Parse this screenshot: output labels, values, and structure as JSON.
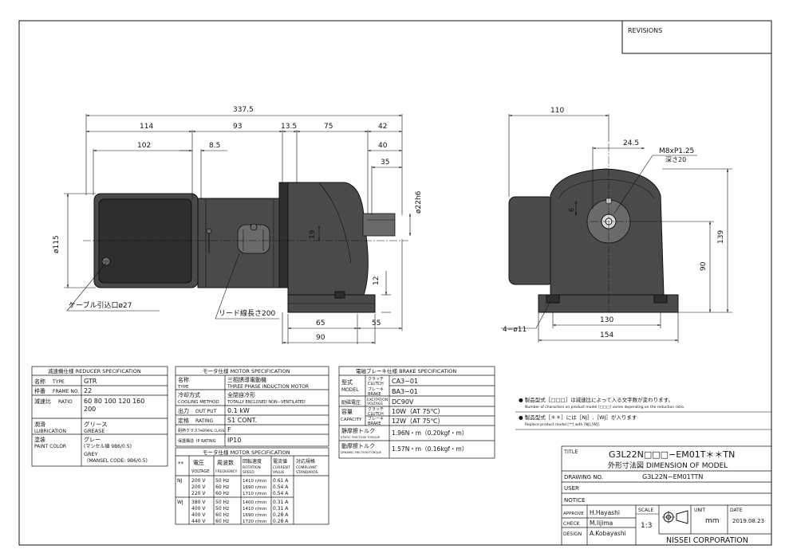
{
  "revisions": {
    "label": "REVISIONS"
  },
  "side_view": {
    "dims": {
      "d337": "337.5",
      "d114": "114",
      "d93": "93",
      "d13": "13.5",
      "d75": "75",
      "d42": "42",
      "d102": "102",
      "d8": "8.5",
      "d40": "40",
      "d35": "35",
      "d22": "ø22h6",
      "d115": "ø115",
      "d19": "19",
      "d12": "12",
      "d65": "65",
      "d55": "55",
      "d90": "90"
    },
    "cable_note": "ケーブル引込口ø27",
    "lead_note": "リード線長さ200"
  },
  "end_view": {
    "dims": {
      "d110": "110",
      "d245": "24.5",
      "d6": "6",
      "d139": "139",
      "d90": "90",
      "d130": "130",
      "d154": "154",
      "d11": "4−ø11"
    },
    "tap_note_1": "M8xP1.25",
    "tap_note_2": "深さ20"
  },
  "reducer_spec": {
    "title": "減速機仕様 REDUCER SPECIFICATION",
    "rows": [
      {
        "jp": "名称",
        "en": "TYPE",
        "value": "GTR"
      },
      {
        "jp": "枠番",
        "en": "FRAME NO.",
        "value": "22"
      },
      {
        "jp": "減速比",
        "en": "RATIO",
        "value": "60 80 100 120 160",
        "value2": "200"
      },
      {
        "jp": "潤滑",
        "en": "LUBRICATION",
        "value": "グリース",
        "value2": "GREASE"
      },
      {
        "jp": "塗装",
        "en": "PAINT COLOR",
        "value": "グレー",
        "value2": "(マンセル値 9B6/0.5)",
        "value3": "GREY",
        "value4": "(MANSEL CODE: 9B6/0.5)"
      }
    ]
  },
  "motor_spec": {
    "title": "モータ仕様 MOTOR SPECIFICATION",
    "rows": [
      {
        "jp": "名称",
        "en": "TYPE",
        "value": "三相誘導電動機",
        "value2": "THREE PHASE INDUCTION MOTOR"
      },
      {
        "jp": "冷却方式",
        "en": "COOLING METHOD",
        "value": "全閉自冷形",
        "value2": "TOTALLY ENCLOSED NON−VENTILATED"
      },
      {
        "jp": "出力",
        "en": "OUT PUT",
        "value": "0.1 kW"
      },
      {
        "jp": "定格",
        "en": "RATING",
        "value": "S1 CONT."
      },
      {
        "jp": "耐熱クラス",
        "en": "THERMAL CLASS",
        "value": "F"
      },
      {
        "jp": "保護構造",
        "en": "IP RATING",
        "value": "IP10"
      }
    ],
    "sub_title": "モータ仕様 MOTOR SPECIFICATION",
    "headers": {
      "h0": "**",
      "h1_jp": "電圧",
      "h1_en": "VOLTAGE",
      "h2_jp": "周波数",
      "h2_en": "FREQUENCY",
      "h3_jp": "回転速度",
      "h3_en1": "ROTATION",
      "h3_en2": "SPEED",
      "h4_jp": "電流値",
      "h4_en1": "CURRENT",
      "h4_en2": "VALUE",
      "h5_jp": "対応規格",
      "h5_en1": "COMPLIANT",
      "h5_en2": "STANDARDS"
    },
    "groups": [
      {
        "code": "NJ",
        "rows": [
          {
            "v": "200 V",
            "f": "50 Hz",
            "s": "1410 r/min",
            "c": "0.61 A"
          },
          {
            "v": "200 V",
            "f": "60 Hz",
            "s": "1690 r/min",
            "c": "0.54 A"
          },
          {
            "v": "220 V",
            "f": "60 Hz",
            "s": "1710 r/min",
            "c": "0.54 A"
          }
        ]
      },
      {
        "code": "WJ",
        "rows": [
          {
            "v": "380 V",
            "f": "50 Hz",
            "s": "1400 r/min",
            "c": "0.31 A"
          },
          {
            "v": "400 V",
            "f": "50 Hz",
            "s": "1410 r/min",
            "c": "0.31 A"
          },
          {
            "v": "400 V",
            "f": "60 Hz",
            "s": "1690 r/min",
            "c": "0.28 A"
          },
          {
            "v": "440 V",
            "f": "60 Hz",
            "s": "1720 r/min",
            "c": "0.28 A"
          }
        ]
      }
    ]
  },
  "brake_spec": {
    "title": "電磁ブレーキ仕様 BRAKE SPECIFICATION",
    "model": {
      "jp": "型式",
      "en": "MODEL",
      "clutch_jp": "クラッチ",
      "clutch_en": "CLUTCH",
      "clutch_val": "CA3−01",
      "brake_jp": "ブレーキ",
      "brake_en": "BRAKE",
      "brake_val": "BA3−01"
    },
    "voltage": {
      "jp": "励磁電圧",
      "en1": "EXCITATION",
      "en2": "VOLTAGE",
      "value": "DC90V"
    },
    "capacity": {
      "jp": "容量",
      "en": "CAPACITY",
      "clutch_jp": "クラッチ",
      "clutch_en": "CLUTCH",
      "clutch_val": "10W（AT 75℃）",
      "brake_jp": "ブレーキ",
      "brake_en": "BRAKE",
      "brake_val": "12W（AT 75℃）"
    },
    "static": {
      "jp": "静摩擦トルク",
      "en": "STATIC FRICTION TORQUE",
      "value": "1.96N・m（0.20kgf・m）"
    },
    "dynamic": {
      "jp": "動摩擦トルク",
      "en": "DYNAMIC FRICTION TORQUE",
      "value": "1.57N・m（0.16kgf・m）"
    }
  },
  "notes": {
    "n1_jp": "● 製品型式［□□□］は減速比によって入る文字数が変わります。",
    "n1_en": "Number of characters on product model [□□□] varies depending on the reduction ratio.",
    "n2_jp": "● 製品型式［＊＊］には［NJ］,［WJ］が入ります",
    "n2_en": "Replace product model [**] with [NJ],[WJ]."
  },
  "title_block": {
    "title_label": "TITLE",
    "model": "G3L22N□□□−EM01T＊＊TN",
    "desc": "外形寸法図 DIMENSION OF MODEL",
    "drawing_label": "DRAWING NO.",
    "drawing_no": "G3L22N−EM01TTN",
    "user_label": "USER",
    "notice_label": "NOTICE",
    "approve_label": "APPROVE",
    "approve_name": "H.Hayashi",
    "check_label": "CHECK",
    "check_name": "M.Iijima",
    "design_label": "DESIGN",
    "design_name": "A.Kobayashi",
    "scale_label": "SCALE",
    "scale": "1:3",
    "unit_label": "UNIT",
    "unit": "mm",
    "date_label": "DATE",
    "date": "2019.08.23",
    "company": "NISSEI CORPORATION"
  }
}
